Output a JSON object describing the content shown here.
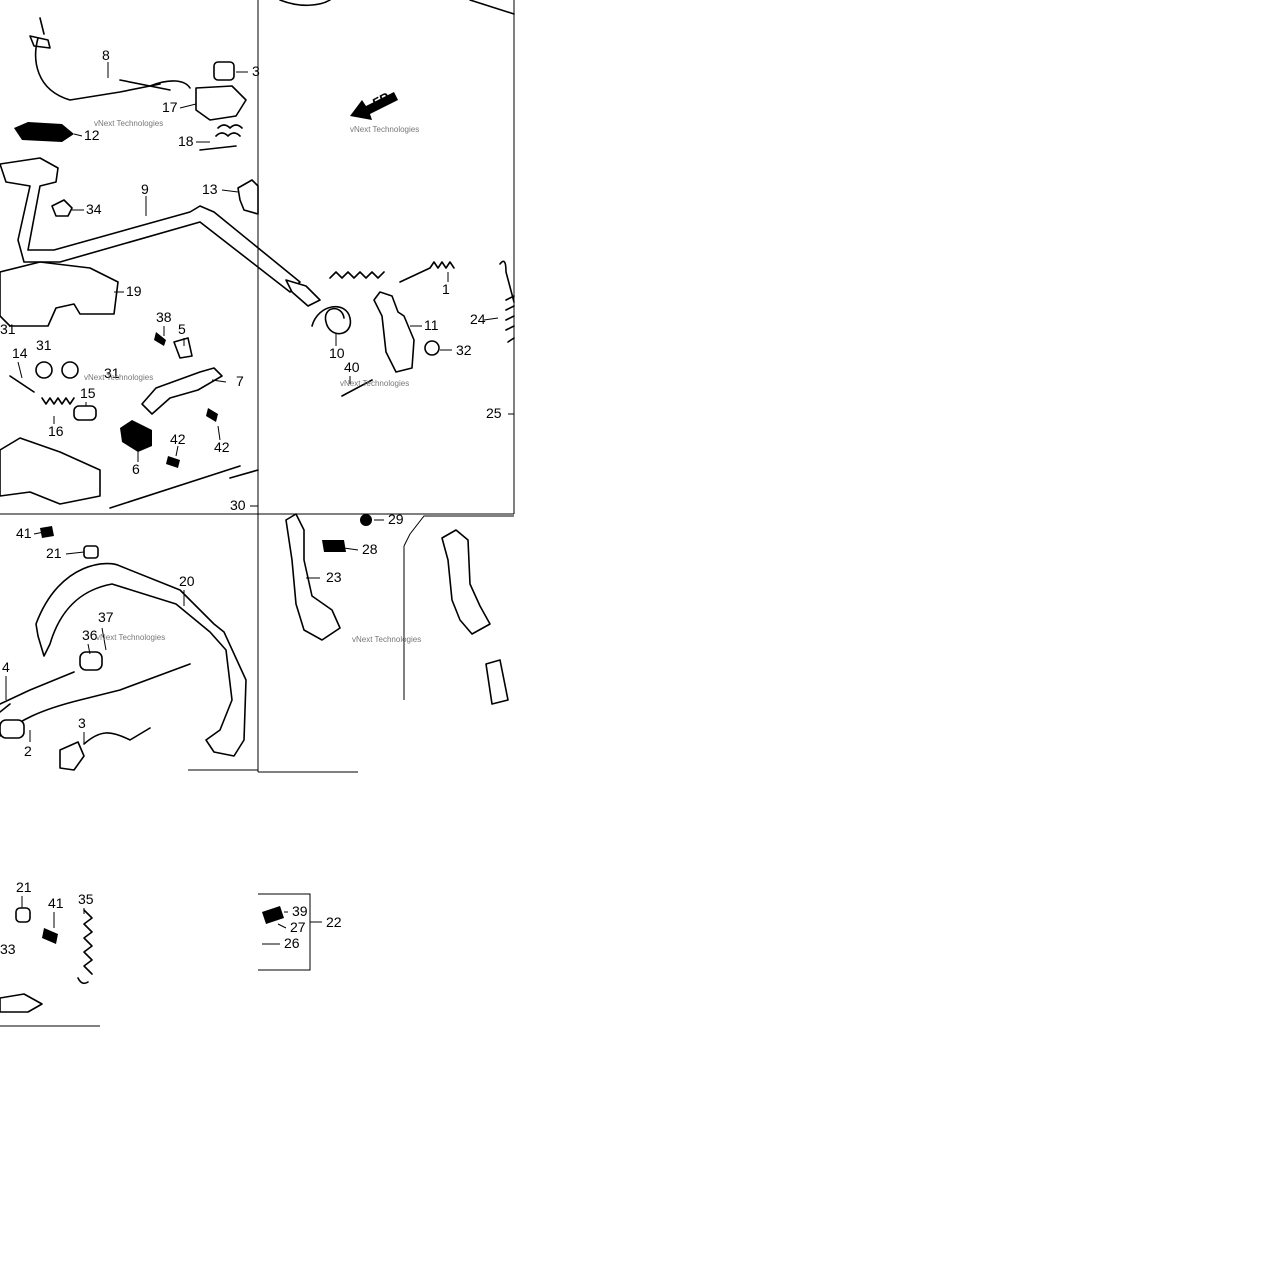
{
  "diagram": {
    "callouts": [
      "8",
      "3",
      "17",
      "12",
      "18",
      "13",
      "9",
      "34",
      "19",
      "31",
      "38",
      "5",
      "14",
      "31",
      "31",
      "7",
      "15",
      "16",
      "42",
      "42",
      "6",
      "1",
      "24",
      "11",
      "10",
      "32",
      "40",
      "25",
      "30",
      "41",
      "21",
      "20",
      "37",
      "36",
      "4",
      "3",
      "2",
      "23",
      "28",
      "29",
      "21",
      "41",
      "35",
      "33",
      "39",
      "27",
      "26",
      "22"
    ],
    "front_label": "FR.",
    "watermark": "vNext Technologies"
  }
}
